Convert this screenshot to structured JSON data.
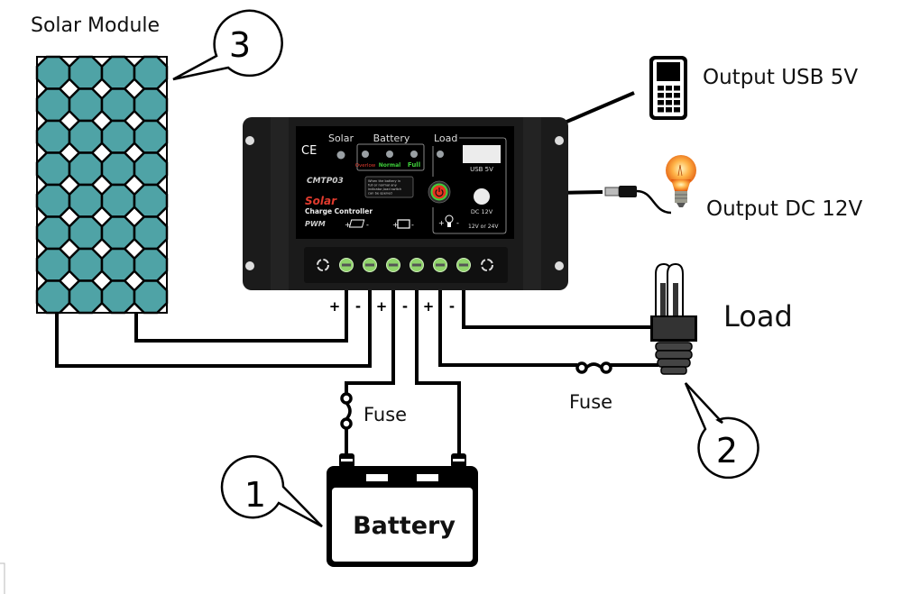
{
  "diagram": {
    "title": "Solar charge controller wiring diagram",
    "labels": {
      "solar_module": "Solar Module",
      "output_usb": "Output USB 5V",
      "output_dc": "Output DC 12V",
      "load": "Load",
      "fuse_battery": "Fuse",
      "fuse_load": "Fuse",
      "battery": "Battery"
    },
    "callouts": [
      {
        "number": "1",
        "target": "battery"
      },
      {
        "number": "2",
        "target": "load"
      },
      {
        "number": "3",
        "target": "solar-module"
      }
    ],
    "solar_panel": {
      "columns": 4,
      "rows": 8,
      "cell_color": "#4fa3a6"
    },
    "controller": {
      "indicator_labels": {
        "solar": "Solar",
        "battery": "Battery",
        "load": "Load"
      },
      "battery_states": [
        {
          "label": "Overlow",
          "color": "#e23b2e"
        },
        {
          "label": "Normal",
          "color": "#3ecf3a"
        },
        {
          "label": "Full",
          "color": "#3ecf3a"
        }
      ],
      "ce_mark": "CE",
      "model": "CMTP03",
      "brand_word": "Solar",
      "product_name": "Charge Controller",
      "pwm": "PWM",
      "note": [
        "When the battery in",
        "full or normal any",
        "indicator,load switch",
        "can be opened"
      ],
      "usb_label": "USB 5V",
      "dc_label": "DC 12V",
      "voltage": "12V or 24V",
      "solar_symbol_plus": "+",
      "solar_symbol_minus": "-",
      "battery_symbol_plus": "+",
      "battery_symbol_minus": "-",
      "load_symbol_plus": "+",
      "load_symbol_minus": "-",
      "power_button_color": "#e8331f",
      "terminal_count": 6
    },
    "terminal_polarity": [
      "+",
      "-",
      "+",
      "-",
      "+",
      "-"
    ],
    "colors": {
      "controller_body": "#1b1b1b",
      "face": "#000000",
      "terminal_green": "#8fd36a",
      "bulb_orange": "#f08a1c"
    }
  }
}
